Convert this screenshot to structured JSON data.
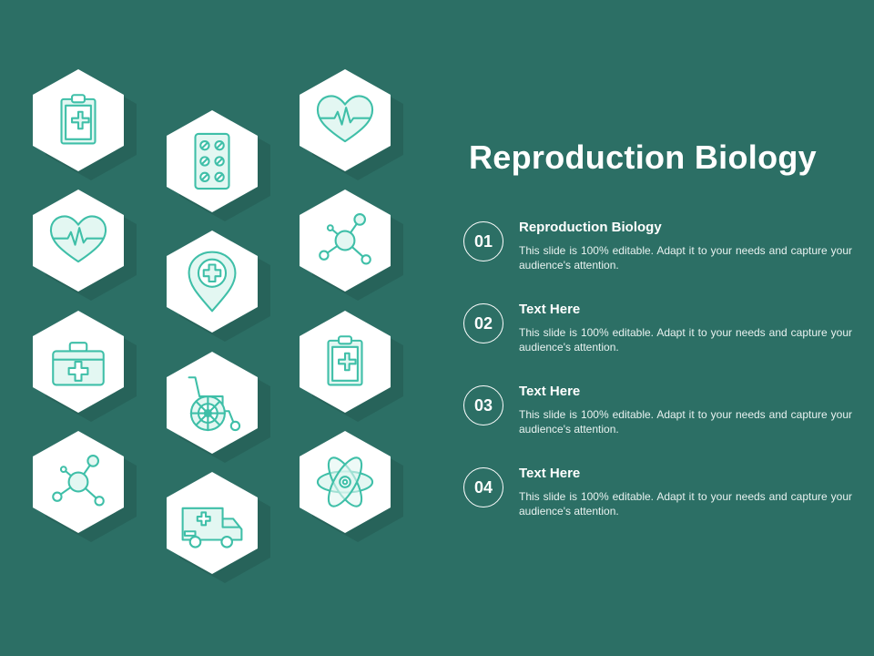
{
  "slide": {
    "title": "Reproduction Biology",
    "items": [
      {
        "number": "01",
        "title": "Reproduction Biology",
        "text": "This slide is 100% editable. Adapt it to your needs and capture your audience's attention."
      },
      {
        "number": "02",
        "title": "Text Here",
        "text": "This slide is 100% editable. Adapt it to your needs and capture your audience's attention."
      },
      {
        "number": "03",
        "title": "Text Here",
        "text": "This slide is 100% editable. Adapt it to your needs and capture your audience's attention."
      },
      {
        "number": "04",
        "title": "Text Here",
        "text": "This slide is 100% editable. Adapt it to your needs and capture your audience's attention."
      }
    ]
  },
  "icons": [
    "clipboard-medical-icon",
    "pill-pack-icon",
    "heartbeat-icon",
    "heartbeat-icon",
    "location-medical-icon",
    "molecule-icon",
    "first-aid-kit-icon",
    "wheelchair-icon",
    "clipboard-medical-icon",
    "molecule-icon",
    "ambulance-icon",
    "atom-icon"
  ],
  "colors": {
    "background": "#2c6f65",
    "icon_stroke": "#3fbfa8",
    "icon_fill": "#e3f7f2",
    "hex_fill": "#ffffff"
  }
}
